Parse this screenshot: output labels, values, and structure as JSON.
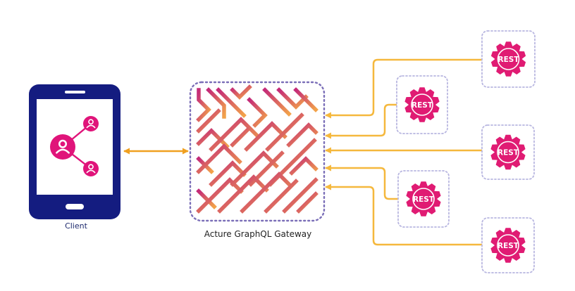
{
  "colors": {
    "phone": "#141c80",
    "screen": "#ffffff",
    "user_icon": "#e0147a",
    "connector": "#f5b83d",
    "arrow_client": "#f0a020",
    "gateway_border": "#7b6fb8",
    "service_border": "#b8b6e0",
    "rest_gear": "#e01b73",
    "maze_start": "#c42a78",
    "maze_end": "#f2a24a"
  },
  "client": {
    "label": "Client",
    "icons": [
      "user-icon",
      "user-icon",
      "user-icon",
      "share-icon"
    ]
  },
  "gateway": {
    "label": "Acture GraphQL Gateway",
    "icon": "maze-icon"
  },
  "services": [
    {
      "label": "REST",
      "icon": "gear-icon"
    },
    {
      "label": "REST",
      "icon": "gear-icon"
    },
    {
      "label": "REST",
      "icon": "gear-icon"
    },
    {
      "label": "REST",
      "icon": "gear-icon"
    },
    {
      "label": "REST",
      "icon": "gear-icon"
    }
  ]
}
